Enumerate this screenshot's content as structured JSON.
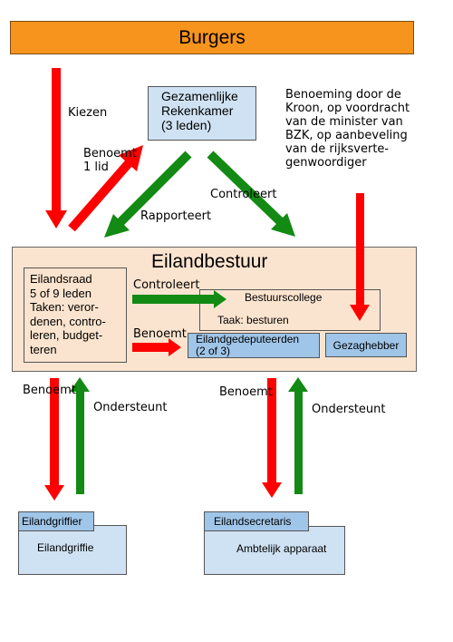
{
  "colors": {
    "burgers_fill": "#f7941d",
    "bestuur_fill": "#fbe4cf",
    "blue_fill": "#cfe2f3",
    "blue_dark": "#9fc5e8",
    "red_arrow": "#ff0000",
    "green_arrow": "#138a13"
  },
  "burgers": {
    "title": "Burgers"
  },
  "rekenkamer": {
    "lines": [
      "Gezamenlijke",
      "Rekenkamer",
      "(3 leden)"
    ]
  },
  "benoeming_note": {
    "lines": [
      "Benoeming door de",
      "Kroon, op voordracht",
      "van de minister van",
      "BZK, op aanbeveling",
      "van de rijksverte-",
      "genwoordiger"
    ]
  },
  "labels": {
    "kiezen": "Kiezen",
    "benoemt_1lid": [
      "Benoemt",
      "1 lid"
    ],
    "controleert_top": "Controleert",
    "rapporteert": "Rapporteert",
    "controleert_mid": "Controleert",
    "benoemt_mid": "Benoemt",
    "benoemt_left": "Benoemt",
    "ondersteunt_left": "Ondersteunt",
    "benoemt_right": "Benoemt",
    "ondersteunt_right": "Ondersteunt"
  },
  "eilandbestuur": {
    "title": "Eilandbestuur"
  },
  "eilandsraad": {
    "lines": [
      "Eilandsraad",
      "5 of 9 leden",
      "Taken: veror-",
      "denen, contro-",
      "leren, budget-",
      "teren"
    ]
  },
  "bestuurscollege": {
    "title": "Bestuurscollege",
    "taak": "Taak: besturen"
  },
  "gedeputeerden": {
    "lines": [
      "Eilandgedeputeerden",
      "(2 of 3)"
    ]
  },
  "gezaghebber": {
    "label": "Gezaghebber"
  },
  "griffie": {
    "tab": "Eilandgriffier",
    "body": "Eilandgriffie"
  },
  "secretaris": {
    "tab": "Eilandsecretaris",
    "body": "Ambtelijk apparaat"
  }
}
